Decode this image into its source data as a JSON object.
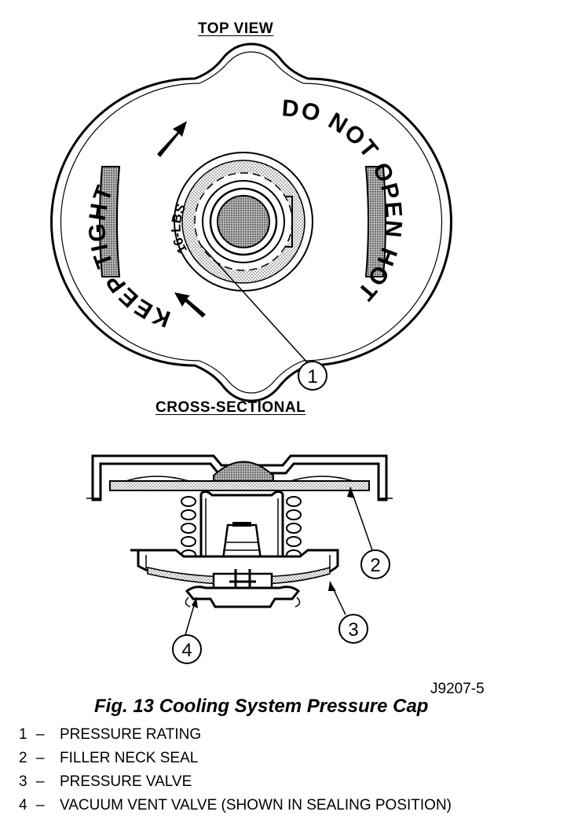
{
  "top_view_title": "TOP VIEW",
  "cross_section_title": "CROSS-SECTIONAL",
  "cap_text": {
    "keep_tight": "KEEP TIGHT",
    "do_not_open_hot": "DO NOT OPEN HOT",
    "rating": "16-LBS"
  },
  "callouts": [
    "1",
    "2",
    "3",
    "4"
  ],
  "figure_number": "J9207-5",
  "caption": "Fig. 13 Cooling System Pressure Cap",
  "legend": [
    {
      "num": "1",
      "dash": "–",
      "label": "PRESSURE RATING"
    },
    {
      "num": "2",
      "dash": "–",
      "label": "FILLER NECK SEAL"
    },
    {
      "num": "3",
      "dash": "–",
      "label": "PRESSURE VALVE"
    },
    {
      "num": "4",
      "dash": "–",
      "label": "VACUUM VENT VALVE (SHOWN IN SEALING POSITION)"
    }
  ]
}
